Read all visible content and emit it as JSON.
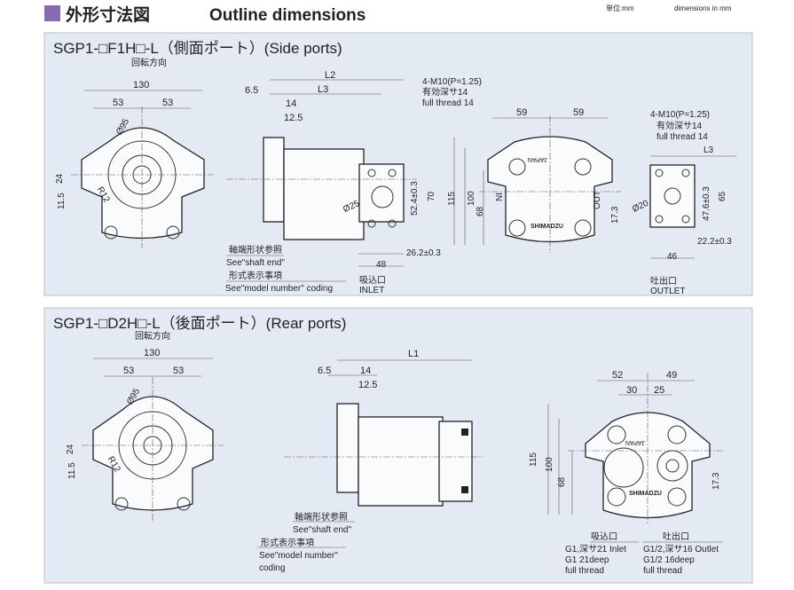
{
  "header": {
    "title_jp": "外形寸法図",
    "title_en": "Outline dimensions",
    "unit_jp": "単位:mm",
    "unit_en": "dimensions in mm",
    "accent": "#8a6bb0"
  },
  "side_ports": {
    "title": "SGP1-□F1H□-L（側面ポート）(Side ports)",
    "front": {
      "rotation": "回転方向",
      "w130": "130",
      "w53a": "53",
      "w53b": "53",
      "dia95": "Ø95",
      "h24": "24",
      "h11_5": "11.5",
      "r12": "R12"
    },
    "side": {
      "l2": "L2",
      "l3": "L3",
      "d6_5": "6.5",
      "d14": "14",
      "d12_5": "12.5",
      "m10": "4-M10(P=1.25)",
      "depth_jp": "有効深サ14",
      "depth_en": "full thread 14",
      "dia25": "Ø25",
      "d52_4": "52.4±0.3",
      "d70": "70",
      "d26_2": "26.2±0.3",
      "d48": "48",
      "shaft_jp": "軸端形状参照",
      "shaft_en": "See\"shaft end\"",
      "model_jp": "形式表示事項",
      "model_en": "See\"model number\" coding",
      "inlet_jp": "吸込口",
      "inlet_en": "INLET"
    },
    "rear": {
      "h115": "115",
      "h100": "100",
      "h68": "68",
      "w59a": "59",
      "w59b": "59",
      "in": "IN",
      "out": "OUT",
      "h17_3": "17.3",
      "japan": "JAPAN",
      "brand": "SHIMADZU"
    },
    "outlet": {
      "m10": "4-M10(P=1.25)",
      "depth_jp": "有効深サ14",
      "depth_en": "full thread 14",
      "l3": "L3",
      "dia20": "Ø20",
      "d47_6": "47.6±0.3",
      "d65": "65",
      "d22_2": "22.2±0.3",
      "d46": "46",
      "outlet_jp": "吐出口",
      "outlet_en": "OUTLET"
    }
  },
  "rear_ports": {
    "title": "SGP1-□D2H□-L（後面ポート）(Rear ports)",
    "front": {
      "rotation": "回転方向",
      "w130": "130",
      "w53a": "53",
      "w53b": "53",
      "dia95": "Ø95",
      "h24": "24",
      "h11_5": "11.5",
      "r12": "R12"
    },
    "side": {
      "l1": "L1",
      "d6_5": "6.5",
      "d14": "14",
      "d12_5": "12.5",
      "shaft_jp": "軸端形状参照",
      "shaft_en": "See\"shaft end\"",
      "model_jp": "形式表示事項",
      "model_en1": "See\"model number\"",
      "model_en2": "coding"
    },
    "rear": {
      "w52": "52",
      "w49": "49",
      "w30": "30",
      "w25": "25",
      "h115": "115",
      "h100": "100",
      "h68": "68",
      "h17_3": "17.3",
      "japan": "JAPAN",
      "brand": "SHIMADZU",
      "inlet_jp": "吸込口",
      "inlet_1": "G1,深サ21 Inlet",
      "inlet_2": "G1 21deep",
      "inlet_3": "full thread",
      "outlet_jp": "吐出口",
      "outlet_1": "G1/2,深サ16 Outlet",
      "outlet_2": "G1/2 16deep",
      "outlet_3": "full thread"
    }
  }
}
